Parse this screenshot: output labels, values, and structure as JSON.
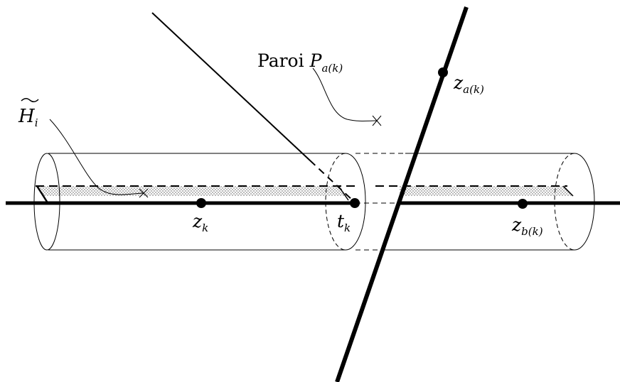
{
  "labels": {
    "h_tilde": {
      "main": "H",
      "sub": "i"
    },
    "paroi": {
      "word": "Paroi",
      "main": "P",
      "sub": "a(k)"
    },
    "z_a": {
      "main": "z",
      "sub": "a(k)"
    },
    "z_k": {
      "main": "z",
      "sub": "k"
    },
    "t_k": {
      "main": "t",
      "sub": "k"
    },
    "z_b": {
      "main": "z",
      "sub": "b(k)"
    }
  },
  "colors": {
    "ink": "#000000",
    "paper": "#ffffff"
  }
}
